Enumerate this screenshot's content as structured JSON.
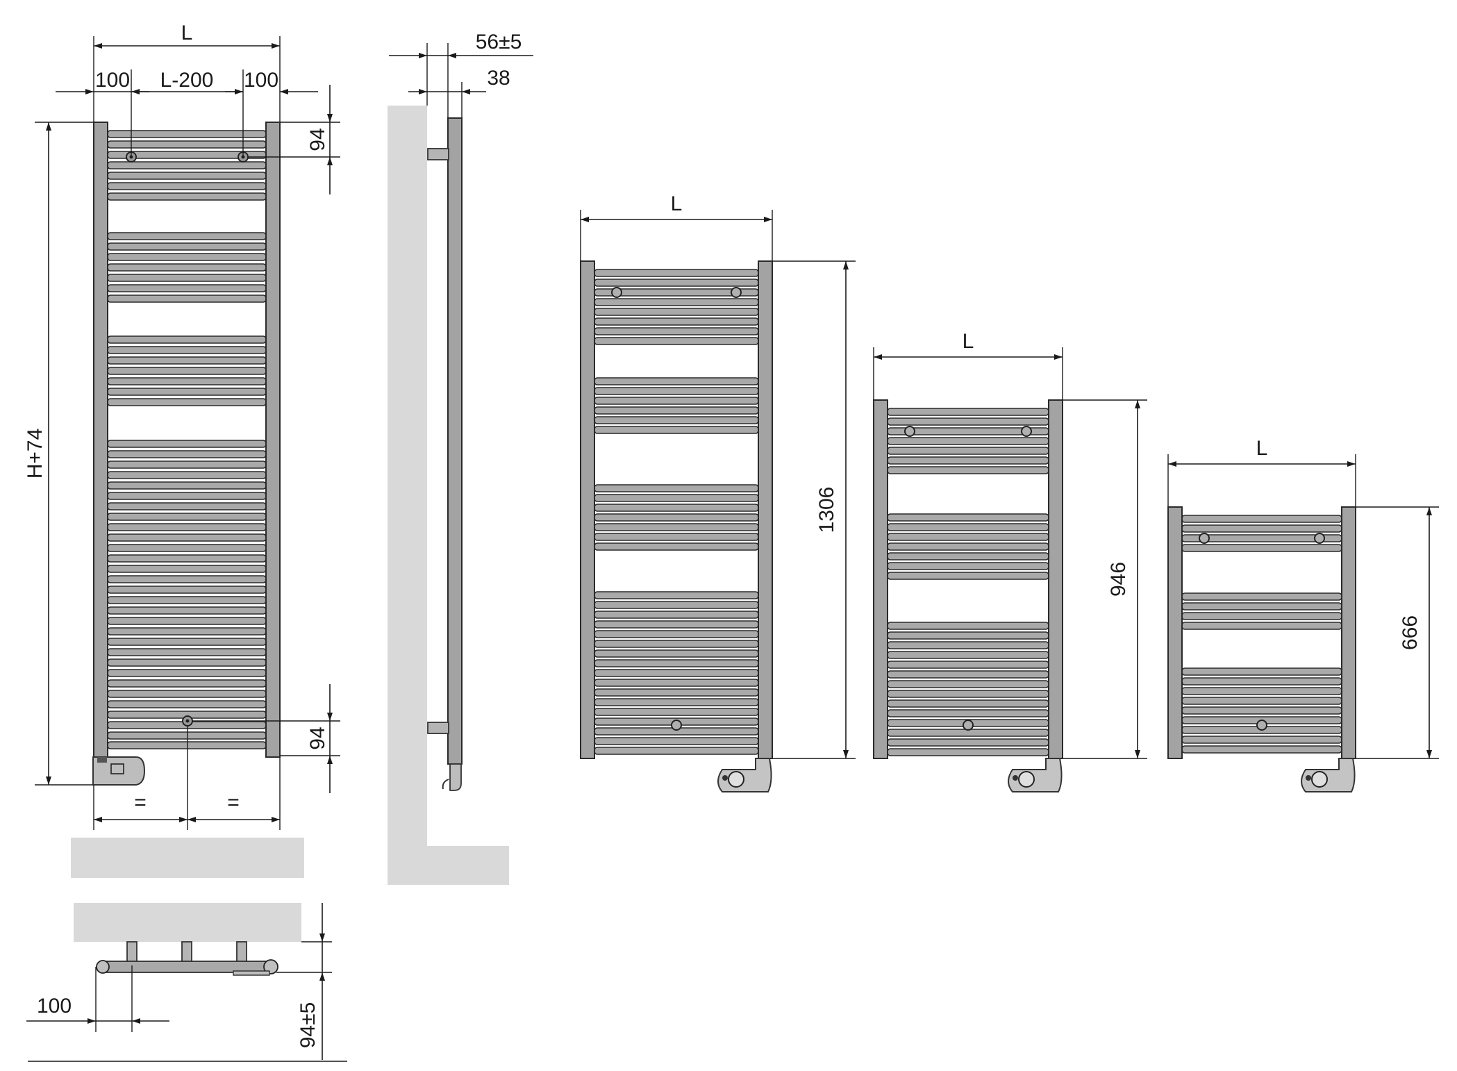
{
  "colors": {
    "line": "#1a1a1a",
    "metal": "#a9a9a9",
    "wall": "#d9d9d9"
  },
  "front_view": {
    "width_label": "L",
    "left_offset_label": "100",
    "middle_label": "L-200",
    "right_offset_label": "100",
    "height_label": "H+74",
    "top_connection_label": "94",
    "bottom_connection_label": "94",
    "equal_left_label": "=",
    "equal_right_label": "="
  },
  "side_view": {
    "depth_label": "56±5",
    "tube_label": "38"
  },
  "bottom_view": {
    "offset_label": "100",
    "depth_label": "94±5"
  },
  "variants": [
    {
      "width_label": "L",
      "height_label": "1306"
    },
    {
      "width_label": "L",
      "height_label": "946"
    },
    {
      "width_label": "L",
      "height_label": "666"
    }
  ]
}
